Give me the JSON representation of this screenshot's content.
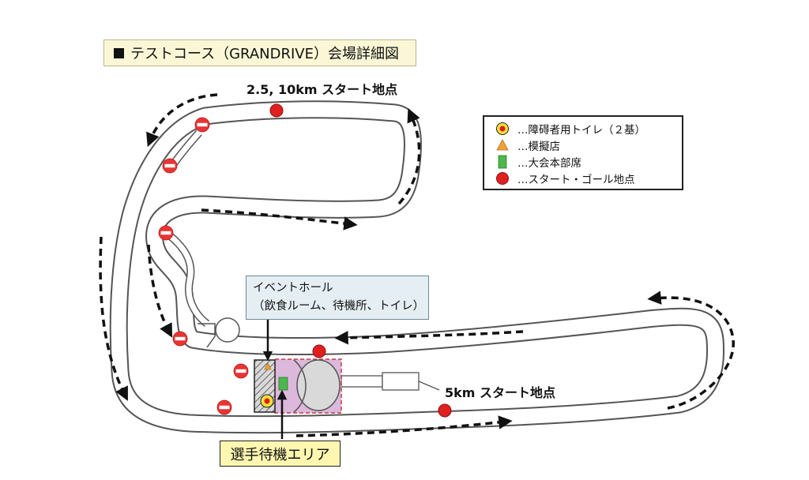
{
  "title": "テストコース（GRANDRIVE）会場詳細図",
  "labels": {
    "start_long": "2.5, 10km スタート地点",
    "start_5km": "5km スタート地点"
  },
  "event_hall": {
    "line1": "イベントホール",
    "line2": "（飲食ルーム、待機所、トイレ）"
  },
  "waiting_area": "選手待機エリア",
  "legend": [
    {
      "icon": "toilet-icon",
      "text": "…障碍者用トイレ（２基）"
    },
    {
      "icon": "shop-icon",
      "text": "…模擬店"
    },
    {
      "icon": "hq-icon",
      "text": "…大会本部席"
    },
    {
      "icon": "start-goal-icon",
      "text": "…スタート・ゴール地点"
    }
  ],
  "colors": {
    "start_goal": "#e02020",
    "toilet_center": "#e81818",
    "toilet_ring": "#f2e23a",
    "shop": "#f0a23a",
    "hq": "#4cb84c",
    "waiting_area": "#fff7b0",
    "event_hall_box": "#e5eef3",
    "title_box": "#fbf7d6",
    "venue_fill": "#dcb8dc"
  }
}
